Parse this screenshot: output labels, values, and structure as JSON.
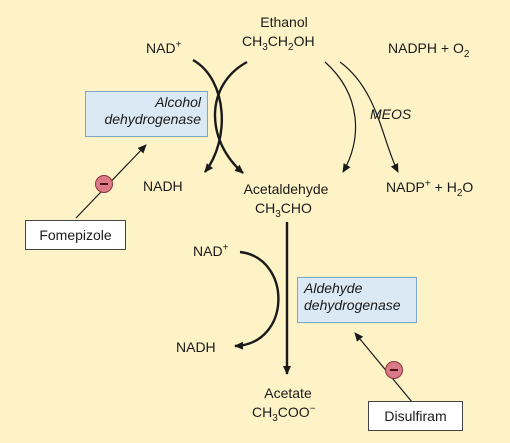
{
  "ethanol": {
    "name": "Ethanol",
    "formula_parts": [
      "CH",
      "3",
      "CH",
      "2",
      "OH"
    ]
  },
  "nad_top": {
    "base": "NAD",
    "sup": "+"
  },
  "nadh_top": "NADH",
  "nadph_o2": {
    "parts": [
      "NADPH + O",
      "2"
    ]
  },
  "meos": "MEOS",
  "nadp_h2o": {
    "base": "NADP",
    "sup": "+",
    "mid": " + H",
    "sub": "2",
    "end": "O"
  },
  "acetaldehyde": {
    "name": "Acetaldehyde",
    "formula_parts": [
      "CH",
      "3",
      "CHO"
    ]
  },
  "alcohol_dh": {
    "line1": "Alcohol",
    "line2": "dehydrogenase"
  },
  "fomepizole": "Fomepizole",
  "nad_bottom": {
    "base": "NAD",
    "sup": "+"
  },
  "nadh_bottom": "NADH",
  "aldehyde_dh": {
    "line1": "Aldehyde",
    "line2": "dehydrogenase"
  },
  "acetate": {
    "name": "Acetate",
    "formula_parts": [
      "CH",
      "3",
      "COO",
      "−"
    ]
  },
  "disulfiram": "Disulfiram",
  "colors": {
    "background": "#fdf3c7",
    "enzyme_box": "#dbe9f4",
    "inhibitor": "#d97a86",
    "arrow": "#1a1a1a"
  }
}
